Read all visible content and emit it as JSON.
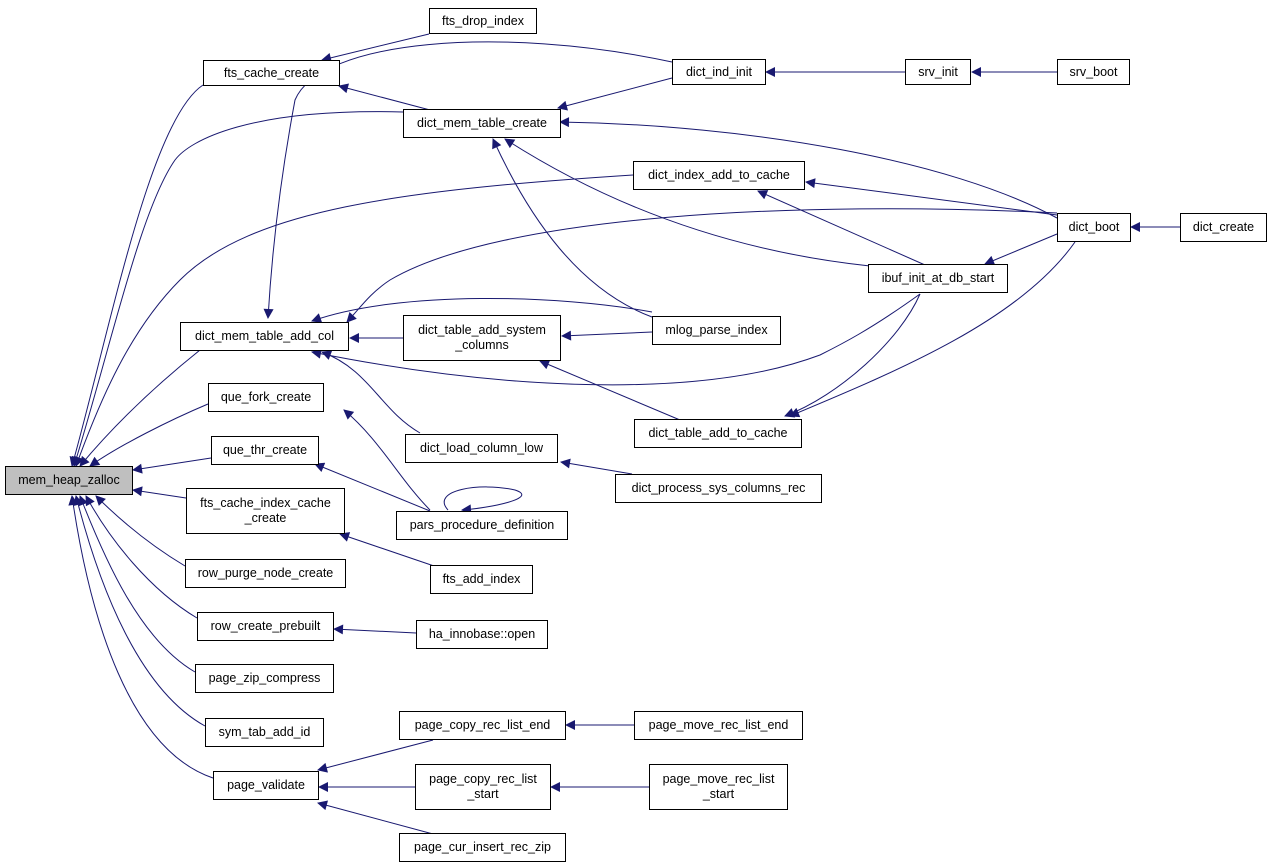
{
  "colors": {
    "edge": "#191970",
    "node_border": "#000000",
    "node_bg": "#ffffff",
    "root_bg": "#bfbfbf"
  },
  "nodes": {
    "mem_heap_zalloc": "mem_heap_zalloc",
    "fts_drop_index": "fts_drop_index",
    "fts_cache_create": "fts_cache_create",
    "dict_ind_init": "dict_ind_init",
    "srv_init": "srv_init",
    "srv_boot": "srv_boot",
    "dict_mem_table_create": "dict_mem_table_create",
    "dict_index_add_to_cache": "dict_index_add_to_cache",
    "dict_boot": "dict_boot",
    "dict_create": "dict_create",
    "ibuf_init_at_db_start": "ibuf_init_at_db_start",
    "dict_mem_table_add_col": "dict_mem_table_add_col",
    "dict_table_add_system_columns": "dict_table_add_system\n_columns",
    "mlog_parse_index": "mlog_parse_index",
    "que_fork_create": "que_fork_create",
    "dict_table_add_to_cache": "dict_table_add_to_cache",
    "que_thr_create": "que_thr_create",
    "dict_load_column_low": "dict_load_column_low",
    "dict_process_sys_columns_rec": "dict_process_sys_columns_rec",
    "fts_cache_index_cache_create": "fts_cache_index_cache\n_create",
    "pars_procedure_definition": "pars_procedure_definition",
    "row_purge_node_create": "row_purge_node_create",
    "fts_add_index": "fts_add_index",
    "row_create_prebuilt": "row_create_prebuilt",
    "ha_innobase_open": "ha_innobase::open",
    "page_zip_compress": "page_zip_compress",
    "page_copy_rec_list_end": "page_copy_rec_list_end",
    "page_move_rec_list_end": "page_move_rec_list_end",
    "sym_tab_add_id": "sym_tab_add_id",
    "page_validate": "page_validate",
    "page_copy_rec_list_start": "page_copy_rec_list\n_start",
    "page_move_rec_list_start": "page_move_rec_list\n_start",
    "page_cur_insert_rec_zip": "page_cur_insert_rec_zip"
  }
}
